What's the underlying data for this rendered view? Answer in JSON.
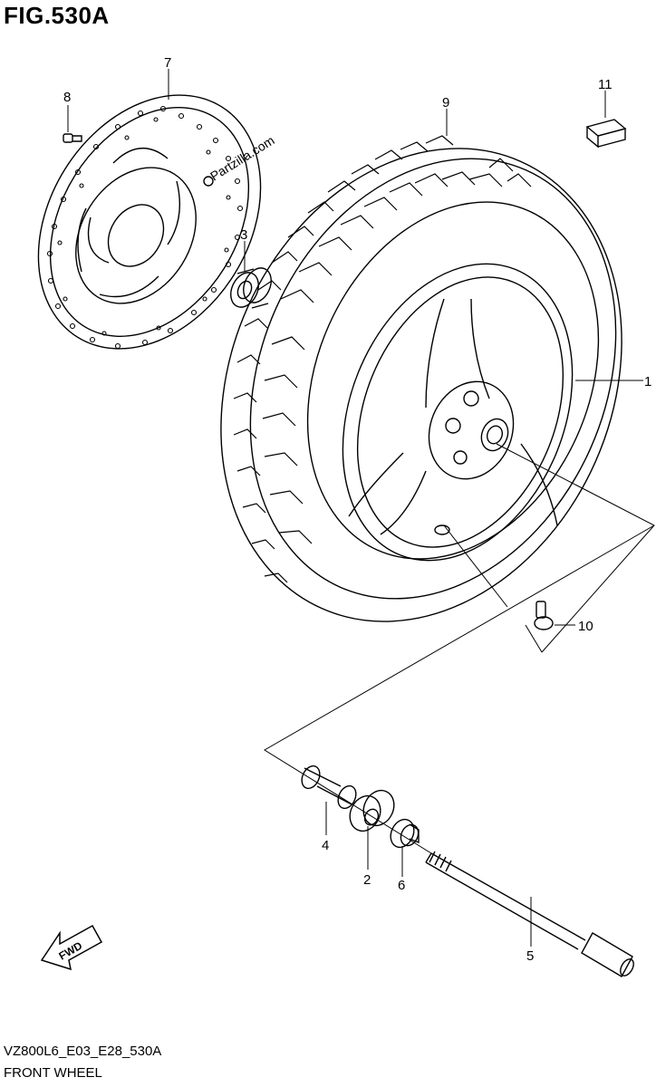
{
  "figure": {
    "title": "FIG.530A"
  },
  "watermark": "Partzilla.com",
  "fwd_badge": "FWD",
  "callouts": {
    "c1": "1",
    "c2": "2",
    "c3": "3",
    "c4": "4",
    "c5": "5",
    "c6": "6",
    "c7": "7",
    "c8": "8",
    "c9": "9",
    "c10": "10",
    "c11": "11"
  },
  "footer": {
    "model_code": "VZ800L6_E03_E28_530A",
    "caption": "FRONT WHEEL"
  }
}
